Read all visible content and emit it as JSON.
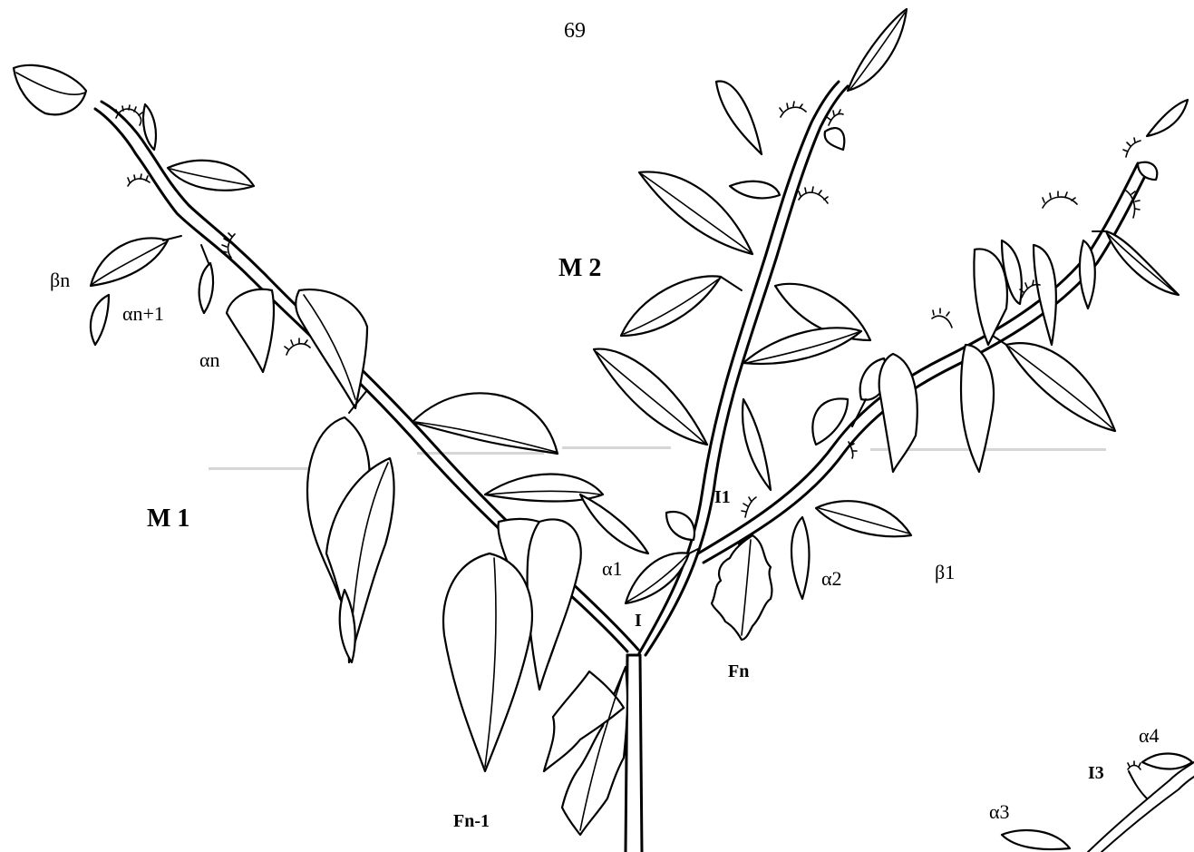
{
  "page_number": "69",
  "labels": {
    "beta_n": "βn",
    "alpha_n1": "αn+1",
    "alpha_n": "αn",
    "m1": "M 1",
    "m2": "M 2",
    "i1": "I1",
    "alpha_1": "α1",
    "i": "I",
    "alpha_2": "α2",
    "beta_1": "β1",
    "fn": "Fn",
    "fn_1": "Fn-1",
    "alpha_4": "α4",
    "i3": "I3",
    "alpha_3": "α3"
  },
  "colors": {
    "ink": "#000000",
    "paper": "#ffffff"
  }
}
